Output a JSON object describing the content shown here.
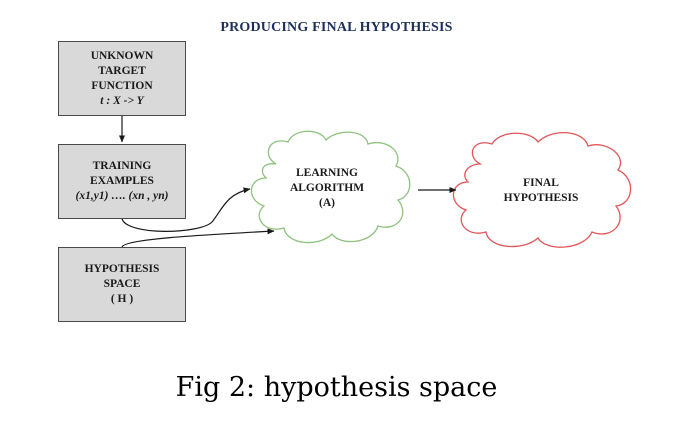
{
  "diagram": {
    "title": "PRODUCING FINAL HYPOTHESIS",
    "boxes": {
      "target": {
        "lines": [
          "UNKNOWN",
          "TARGET",
          "FUNCTION"
        ],
        "formula": "t : X -> Y"
      },
      "training": {
        "lines": [
          "TRAINING",
          "EXAMPLES"
        ],
        "formula": "(x1,y1) …. (xn , yn)"
      },
      "hypothesis_space": {
        "lines": [
          "HYPOTHESIS",
          "SPACE",
          "( H )"
        ]
      }
    },
    "clouds": {
      "learning": {
        "lines": [
          "LEARNING",
          "ALGORITHM",
          "(A)"
        ],
        "outline_color": "#8fc27f"
      },
      "final": {
        "lines": [
          "FINAL",
          "HYPOTHESIS"
        ],
        "outline_color": "#e0575a"
      }
    },
    "colors": {
      "title": "#1f2f5c",
      "box_fill": "#d9d9d9",
      "arrow": "#1a1a1a"
    }
  },
  "caption": "Fig 2: hypothesis space"
}
